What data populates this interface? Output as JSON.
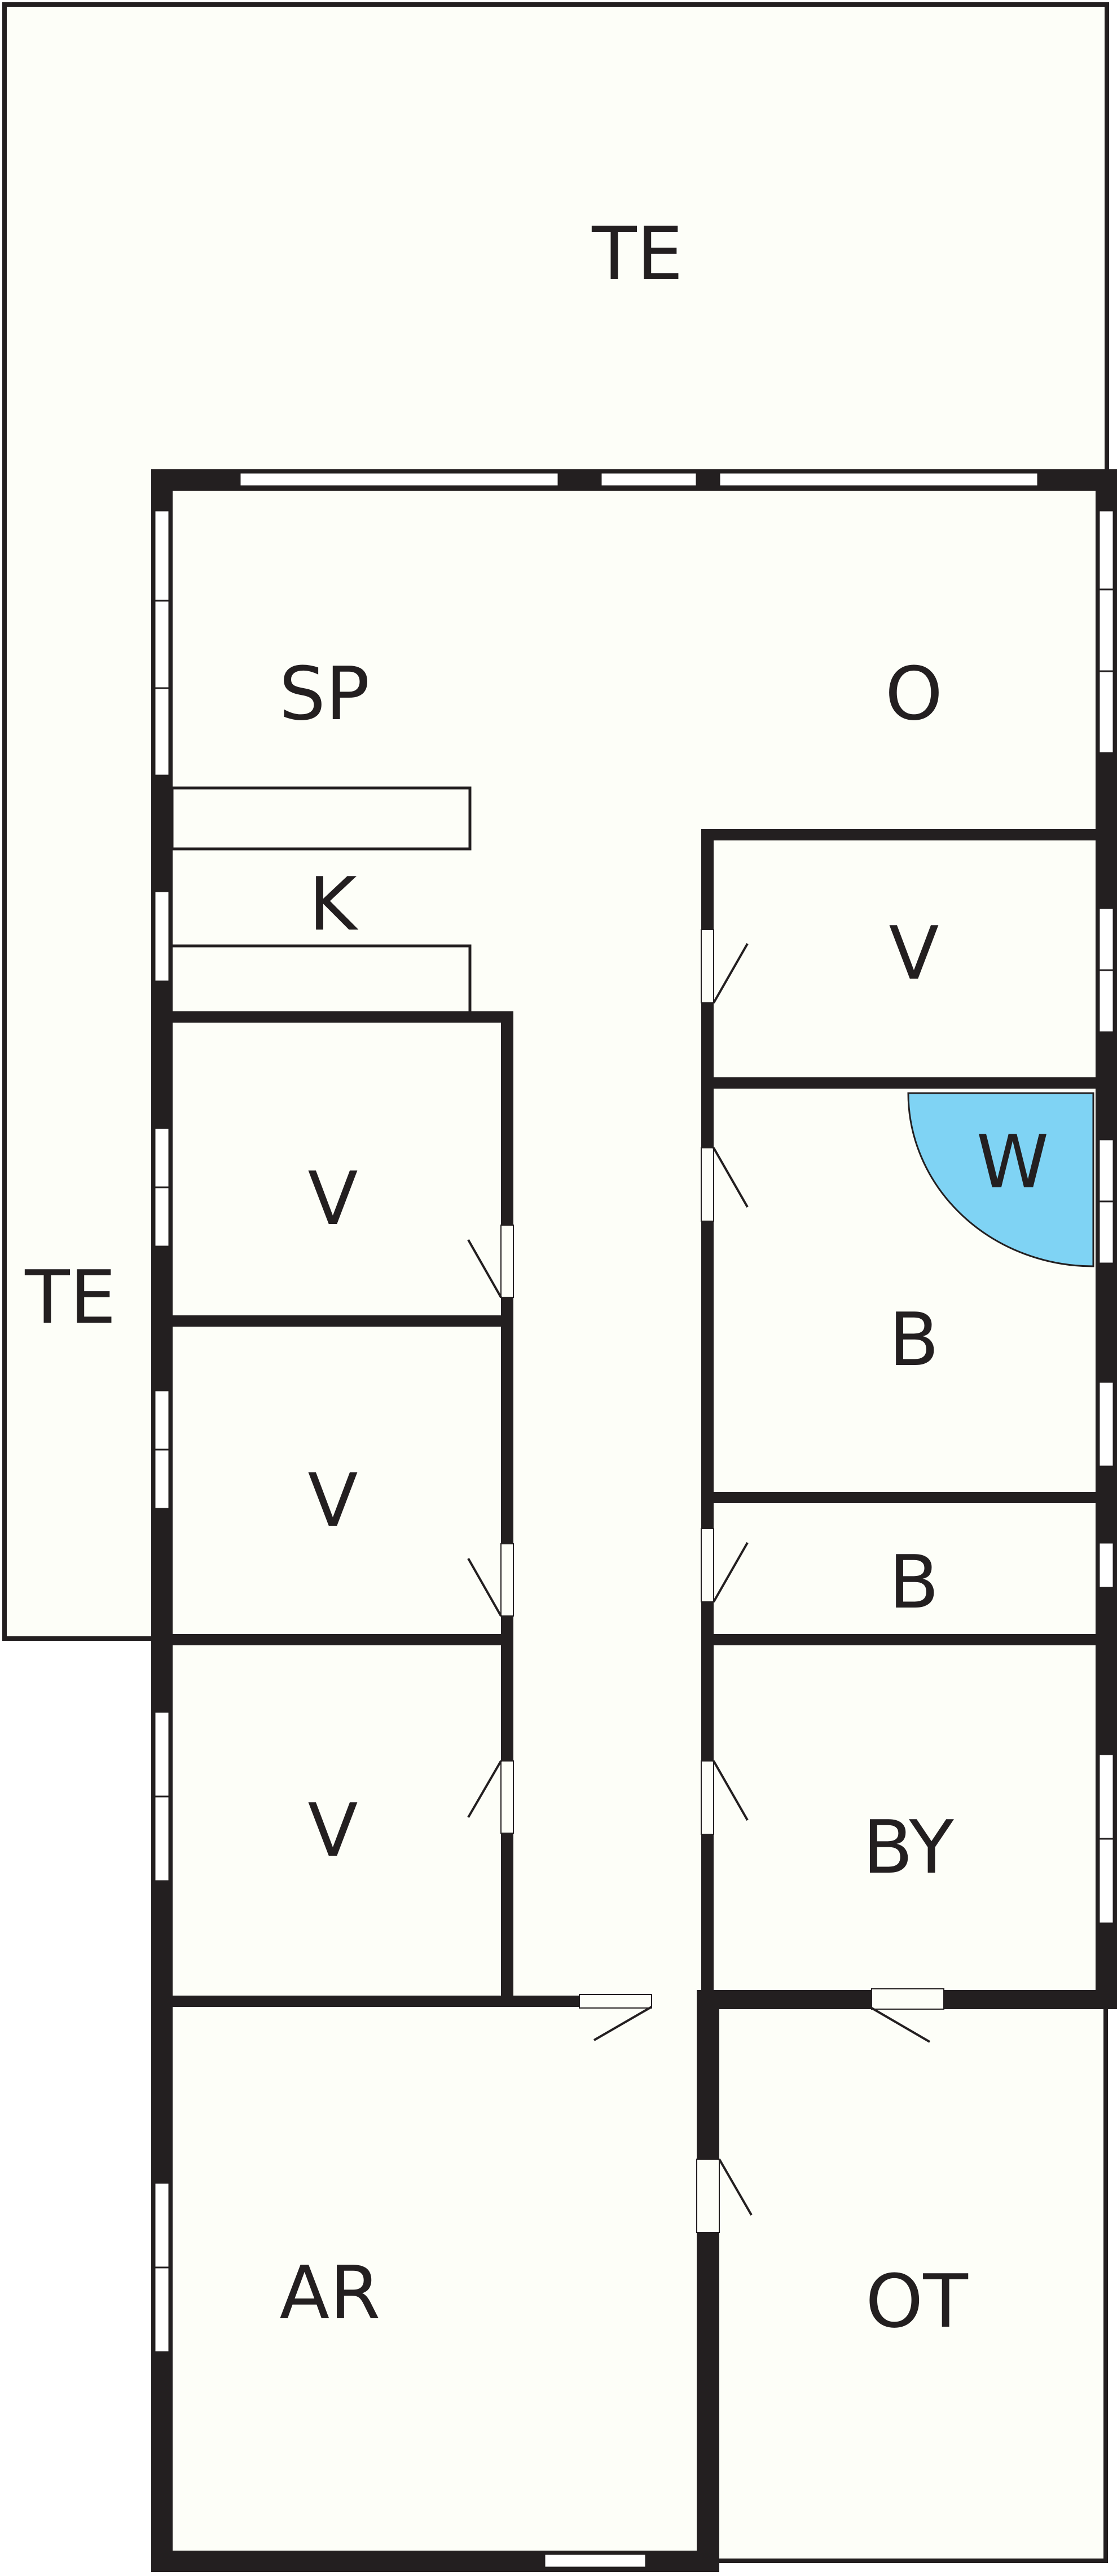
{
  "colors": {
    "floor": "#fdfef8",
    "wall": "#231f20",
    "window": "#ffffff",
    "wc_fixture": "#7fd3f4"
  },
  "rooms": {
    "terrace_top": "TE",
    "terrace_left": "TE",
    "dining": "SP",
    "living": "O",
    "kitchen": "K",
    "bedroom_left_1": "V",
    "bedroom_left_2": "V",
    "bedroom_left_3": "V",
    "bedroom_right": "V",
    "bathroom_main": "B",
    "toilet": "W",
    "bathroom_small": "B",
    "laundry": "BY",
    "workroom": "AR",
    "outbuilding": "OT"
  }
}
